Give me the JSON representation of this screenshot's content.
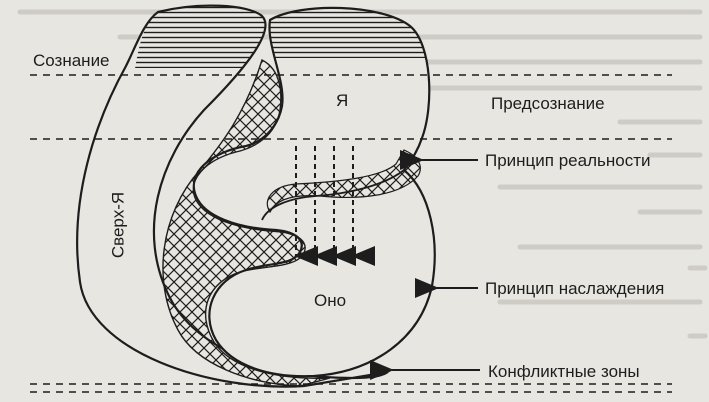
{
  "diagram": {
    "labels": {
      "consciousness": "Сознание",
      "preconscious": "Предсознание",
      "ego": "Я",
      "id": "Оно",
      "superego": "Сверх-Я",
      "reality_principle": "Принцип реальности",
      "pleasure_principle": "Принцип наслаждения",
      "conflict_zones": "Конфликтные зоны"
    },
    "colors": {
      "ink": "#1d1d1d",
      "paper": "#e8e6e1",
      "text_bleed": "#c9c6c0"
    }
  }
}
